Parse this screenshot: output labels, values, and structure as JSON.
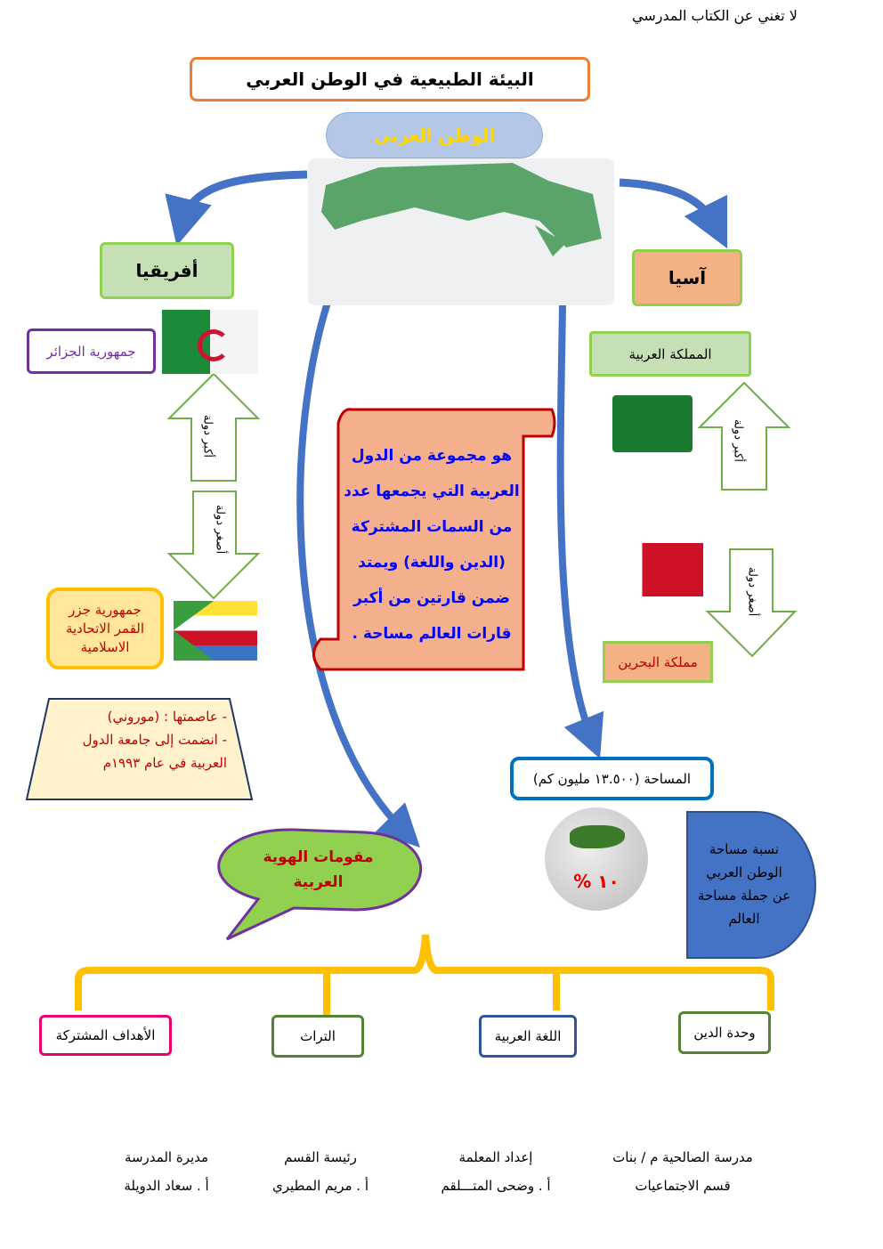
{
  "header_note": "لا تغني عن الكتاب المدرسي",
  "title": "البيئة الطبيعية في الوطن العربي",
  "center_label": "الوطن العربي",
  "africa": {
    "label": "أفريقيا",
    "largest_country": "جمهورية الجزائر",
    "largest_arrow": "أكبر دولة",
    "smallest_arrow": "أصغر دولة",
    "smallest_country": "جمهورية جزر القمر الاتحادية الاسلامية",
    "facts": [
      "- عاصمتها : (موروني)",
      "- انضمت إلى جامعة الدول العربية في عام ١٩٩٣م"
    ]
  },
  "asia": {
    "label": "آسيا",
    "largest_country": "المملكة العربية",
    "largest_arrow": "أكبر دولة",
    "smallest_arrow": "أصغر دولة",
    "smallest_country": "مملكة البحرين"
  },
  "definition": "هو مجموعة من الدول العربية التي يجمعها عدد من السمات المشتركة (الدين واللغة) ويمتد ضمن قارتين من أكبر قارات العالم مساحة .",
  "area": "المساحة (١٣.٥٠٠ مليون كم)",
  "globe_percent": "١٠ %",
  "area_ratio_label": "نسبة مساحة الوطن العربي عن جملة مساحة العالم",
  "identity": {
    "title": "مقومات الهوية العربية",
    "items": [
      "وحدة الدين",
      "اللغة العربية",
      "التراث",
      "الأهداف المشتركة"
    ]
  },
  "signatures": [
    {
      "line1": "مدرسة الصالحية م / بنات",
      "line2": "قسم الاجتماعيات"
    },
    {
      "line1": "إعداد المعلمة",
      "line2": "أ . وضحى المتـــلقم"
    },
    {
      "line1": "رئيسة القسم",
      "line2": "أ . مريم المطيري"
    },
    {
      "line1": "مديرة المدرسة",
      "line2": "أ . سعاد الدويلة"
    }
  ]
}
